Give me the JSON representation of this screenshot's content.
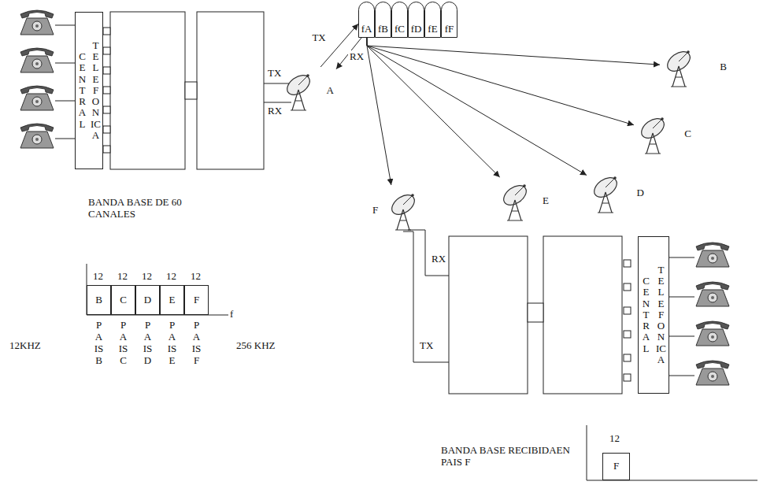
{
  "diagram": {
    "nodes": [
      {
        "text": [
          "CENTRAL",
          "TELEFONICA"
        ]
      },
      {
        "text": [
          "fA"
        ]
      },
      {
        "text": [
          "fB"
        ]
      },
      {
        "text": [
          "fC"
        ]
      },
      {
        "text": [
          "fD"
        ]
      },
      {
        "text": [
          "fE"
        ]
      },
      {
        "text": [
          "fF"
        ]
      },
      {
        "text": [
          "A"
        ]
      },
      {
        "text": [
          "B"
        ]
      },
      {
        "text": [
          "C"
        ]
      },
      {
        "text": [
          "D"
        ]
      },
      {
        "text": [
          "E"
        ]
      },
      {
        "text": [
          "F"
        ]
      },
      {
        "text": [
          "CENTRAL",
          "TELEFONICA"
        ]
      },
      {
        "text": [
          "B"
        ]
      },
      {
        "text": [
          "C"
        ]
      },
      {
        "text": [
          "D"
        ]
      },
      {
        "text": [
          "E"
        ]
      },
      {
        "text": [
          "F"
        ]
      },
      {
        "text": [
          "F"
        ]
      }
    ],
    "edges": [
      {
        "from": 7,
        "to": 1,
        "arrow": "to",
        "label": "TX"
      },
      {
        "from": 1,
        "to": 7,
        "arrow": "to",
        "label": "RX"
      },
      {
        "from": 1,
        "to": 8,
        "arrow": "to"
      },
      {
        "from": 1,
        "to": 9,
        "arrow": "to"
      },
      {
        "from": 1,
        "to": 10,
        "arrow": "to"
      },
      {
        "from": 1,
        "to": 11,
        "arrow": "to"
      },
      {
        "from": 1,
        "to": 12,
        "arrow": "to"
      }
    ],
    "labels": [
      "TX",
      "RX",
      "BANDA BASE DE 60 CANALES",
      "12",
      "12",
      "12",
      "12",
      "12",
      "PAIS B",
      "PAIS C",
      "PAIS D",
      "PAIS E",
      "PAIS F",
      "12KHZ",
      "f",
      "256 KHZ",
      "RX",
      "TX",
      "BANDA BASE RECIBIDAEN PAIS F",
      "12"
    ]
  }
}
